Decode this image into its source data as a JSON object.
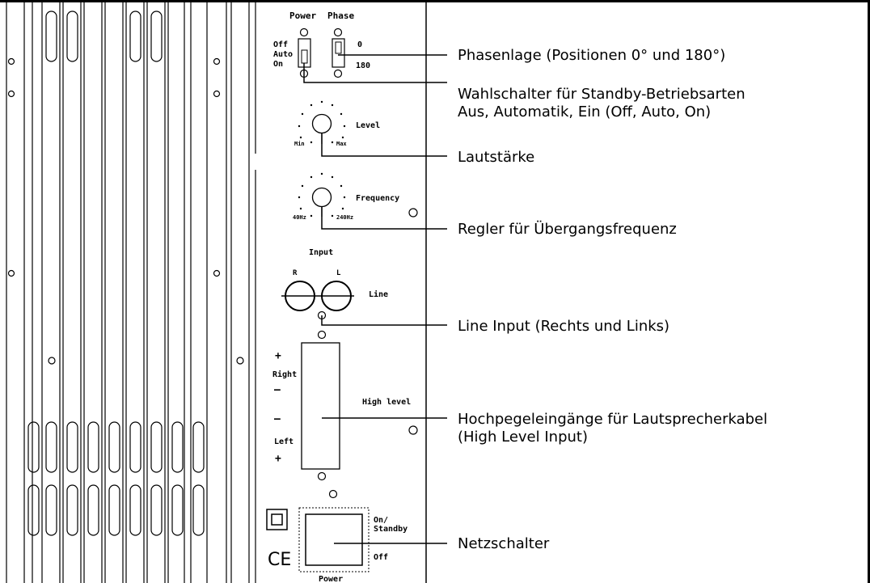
{
  "panel": {
    "power_switch": {
      "title": "Power",
      "off": "Off",
      "auto": "Auto",
      "on": "On"
    },
    "phase_switch": {
      "title": "Phase",
      "pos_0": "0",
      "pos_180": "180"
    },
    "level_knob": {
      "label": "Level",
      "min": "Min",
      "max": "Max"
    },
    "frequency_knob": {
      "label": "Frequency",
      "min": "40Hz",
      "max": "240Hz"
    },
    "input": {
      "title": "Input",
      "right": "R",
      "left": "L",
      "line": "Line"
    },
    "high_level": {
      "label": "High level",
      "plus_top": "+",
      "right": "Right",
      "minus_1": "–",
      "minus_2": "–",
      "left": "Left",
      "plus_bottom": "+"
    },
    "power_button": {
      "on_standby_1": "On/",
      "on_standby_2": "Standby",
      "off": "Off",
      "title": "Power"
    },
    "ce_mark": "CE"
  },
  "callouts": {
    "phase": "Phasenlage (Positionen 0° und 180°)",
    "standby_1": "Wahlschalter für Standby-Betriebsarten",
    "standby_2": "Aus, Automatik, Ein (Off, Auto, On)",
    "level": "Lautstärke",
    "frequency": "Regler für Übergangsfrequenz",
    "line_input": "Line Input (Rechts und Links)",
    "high_level_1": "Hochpegeleingänge für Lautsprecherkabel",
    "high_level_2": "(High Level Input)",
    "power": "Netzschalter"
  }
}
